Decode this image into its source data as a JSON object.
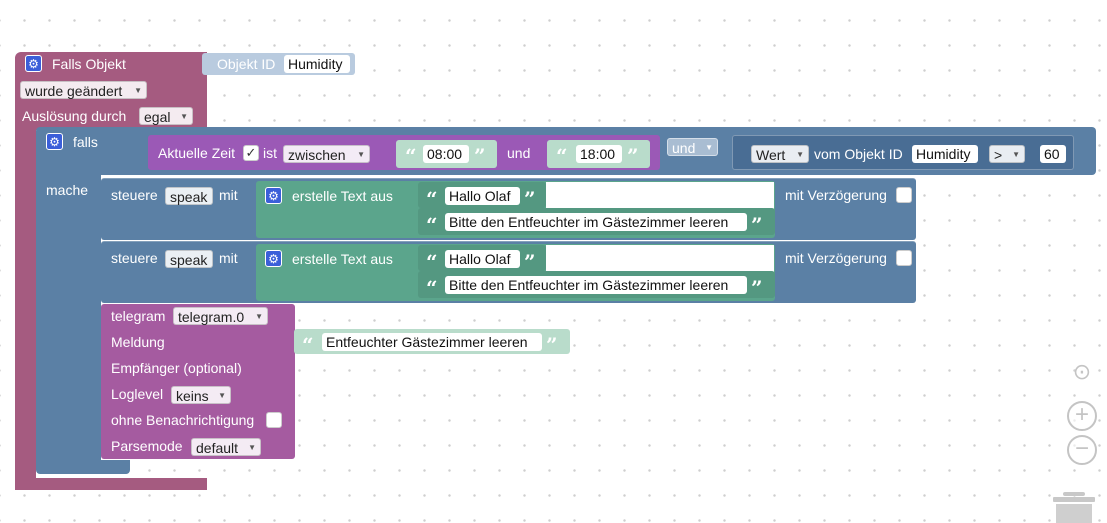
{
  "trigger": {
    "title": "Falls Objekt",
    "object_label": "Objekt ID",
    "object_value": "Humidity",
    "condition": "wurde geändert",
    "trigger_label": "Auslösung durch",
    "trigger_value": "egal"
  },
  "if_block": {
    "falls_label": "falls",
    "mache_label": "mache",
    "time_label": "Aktuelle Zeit",
    "time_checked": "✓",
    "ist_label": "ist",
    "between_value": "zwischen",
    "time_from": "08:00",
    "und_label": "und",
    "time_to": "18:00",
    "logic_op": "und",
    "value_dropdown": "Wert",
    "vom_objekt_label": "vom Objekt ID",
    "object_value": "Humidity",
    "compare_op": ">",
    "compare_value": "60"
  },
  "speak_blocks": [
    {
      "control_label": "steuere",
      "target": "speak",
      "mit_label": "mit",
      "create_text_label": "erstelle Text aus",
      "line1": "Hallo Olaf",
      "line2": "Bitte den Entfeuchter im Gästezimmer leeren",
      "delay_label": "mit Verzögerung"
    },
    {
      "control_label": "steuere",
      "target": "speak",
      "mit_label": "mit",
      "create_text_label": "erstelle Text aus",
      "line1": "Hallo Olaf",
      "line2": "Bitte den Entfeuchter im Gästezimmer leeren",
      "delay_label": "mit Verzögerung"
    }
  ],
  "telegram": {
    "label": "telegram",
    "instance": "telegram.0",
    "message_label": "Meldung",
    "message_value": "Entfeuchter Gästezimmer leeren",
    "recipient_label": "Empfänger (optional)",
    "loglevel_label": "Loglevel",
    "loglevel_value": "keins",
    "silent_label": "ohne Benachrichtigung",
    "parsemode_label": "Parsemode",
    "parsemode_value": "default"
  },
  "icons": {
    "gear": "⚙",
    "dropdown": "▼",
    "quote_open": "“",
    "quote_close": "”",
    "zoom_in": "+",
    "zoom_out": "−",
    "recenter": "⊙"
  },
  "colors": {
    "trigger": "#a55b80",
    "logic": "#5b80a5",
    "time": "#9b59b6",
    "text": "#5ba58c",
    "telegram": "#a55ba0"
  }
}
